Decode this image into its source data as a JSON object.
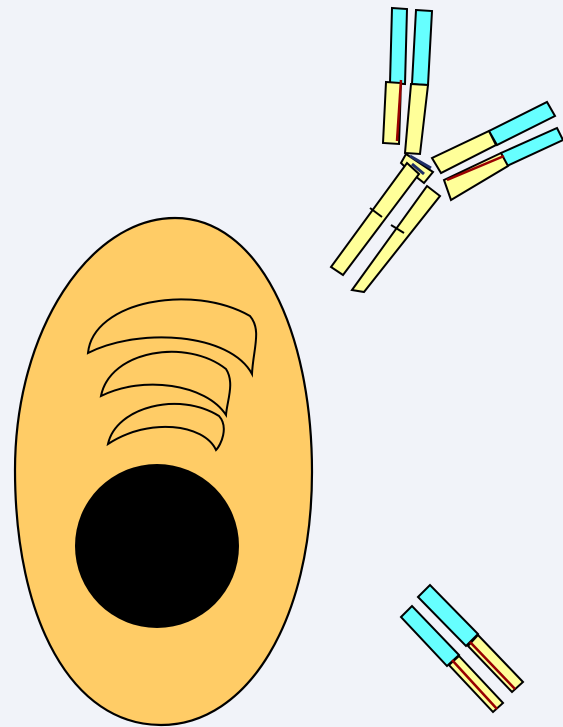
{
  "diagram": {
    "background_color": "#f1f3f9",
    "elements": [
      {
        "id": "plasma-cell",
        "kind": "cell",
        "icon": "plasma-cell-icon"
      },
      {
        "id": "antibody-igg",
        "kind": "antibody",
        "icon": "y-shaped-antibody-icon"
      },
      {
        "id": "antibody-fab-fragment",
        "kind": "antibody-fragment",
        "icon": "fab-fragment-icon"
      }
    ],
    "colors": {
      "cytoplasm": "#ffcc66",
      "nucleus": "#000000",
      "outline": "#000000",
      "variable_region": "#66ffff",
      "constant_region": "#ffff99",
      "disulfide_bond": "#990000",
      "hinge": "#1f2f66"
    }
  }
}
